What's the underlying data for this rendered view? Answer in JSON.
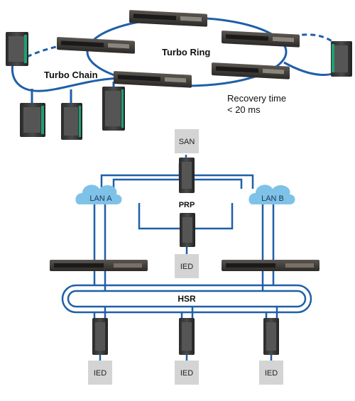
{
  "top": {
    "ring_label": "Turbo Ring",
    "chain_label": "Turbo Chain",
    "recovery_line1": "Recovery time",
    "recovery_line2": "< 20 ms"
  },
  "bottom": {
    "san_label": "SAN",
    "lan_a_label": "LAN A",
    "lan_b_label": "LAN B",
    "prp_label": "PRP",
    "hsr_label": "HSR",
    "ied_labels": [
      "IED",
      "IED",
      "IED",
      "IED"
    ]
  },
  "colors": {
    "link": "#1f5fa8",
    "cloud": "#7fc2e8",
    "box": "#d4d4d4",
    "device": "#3c3c3c"
  }
}
